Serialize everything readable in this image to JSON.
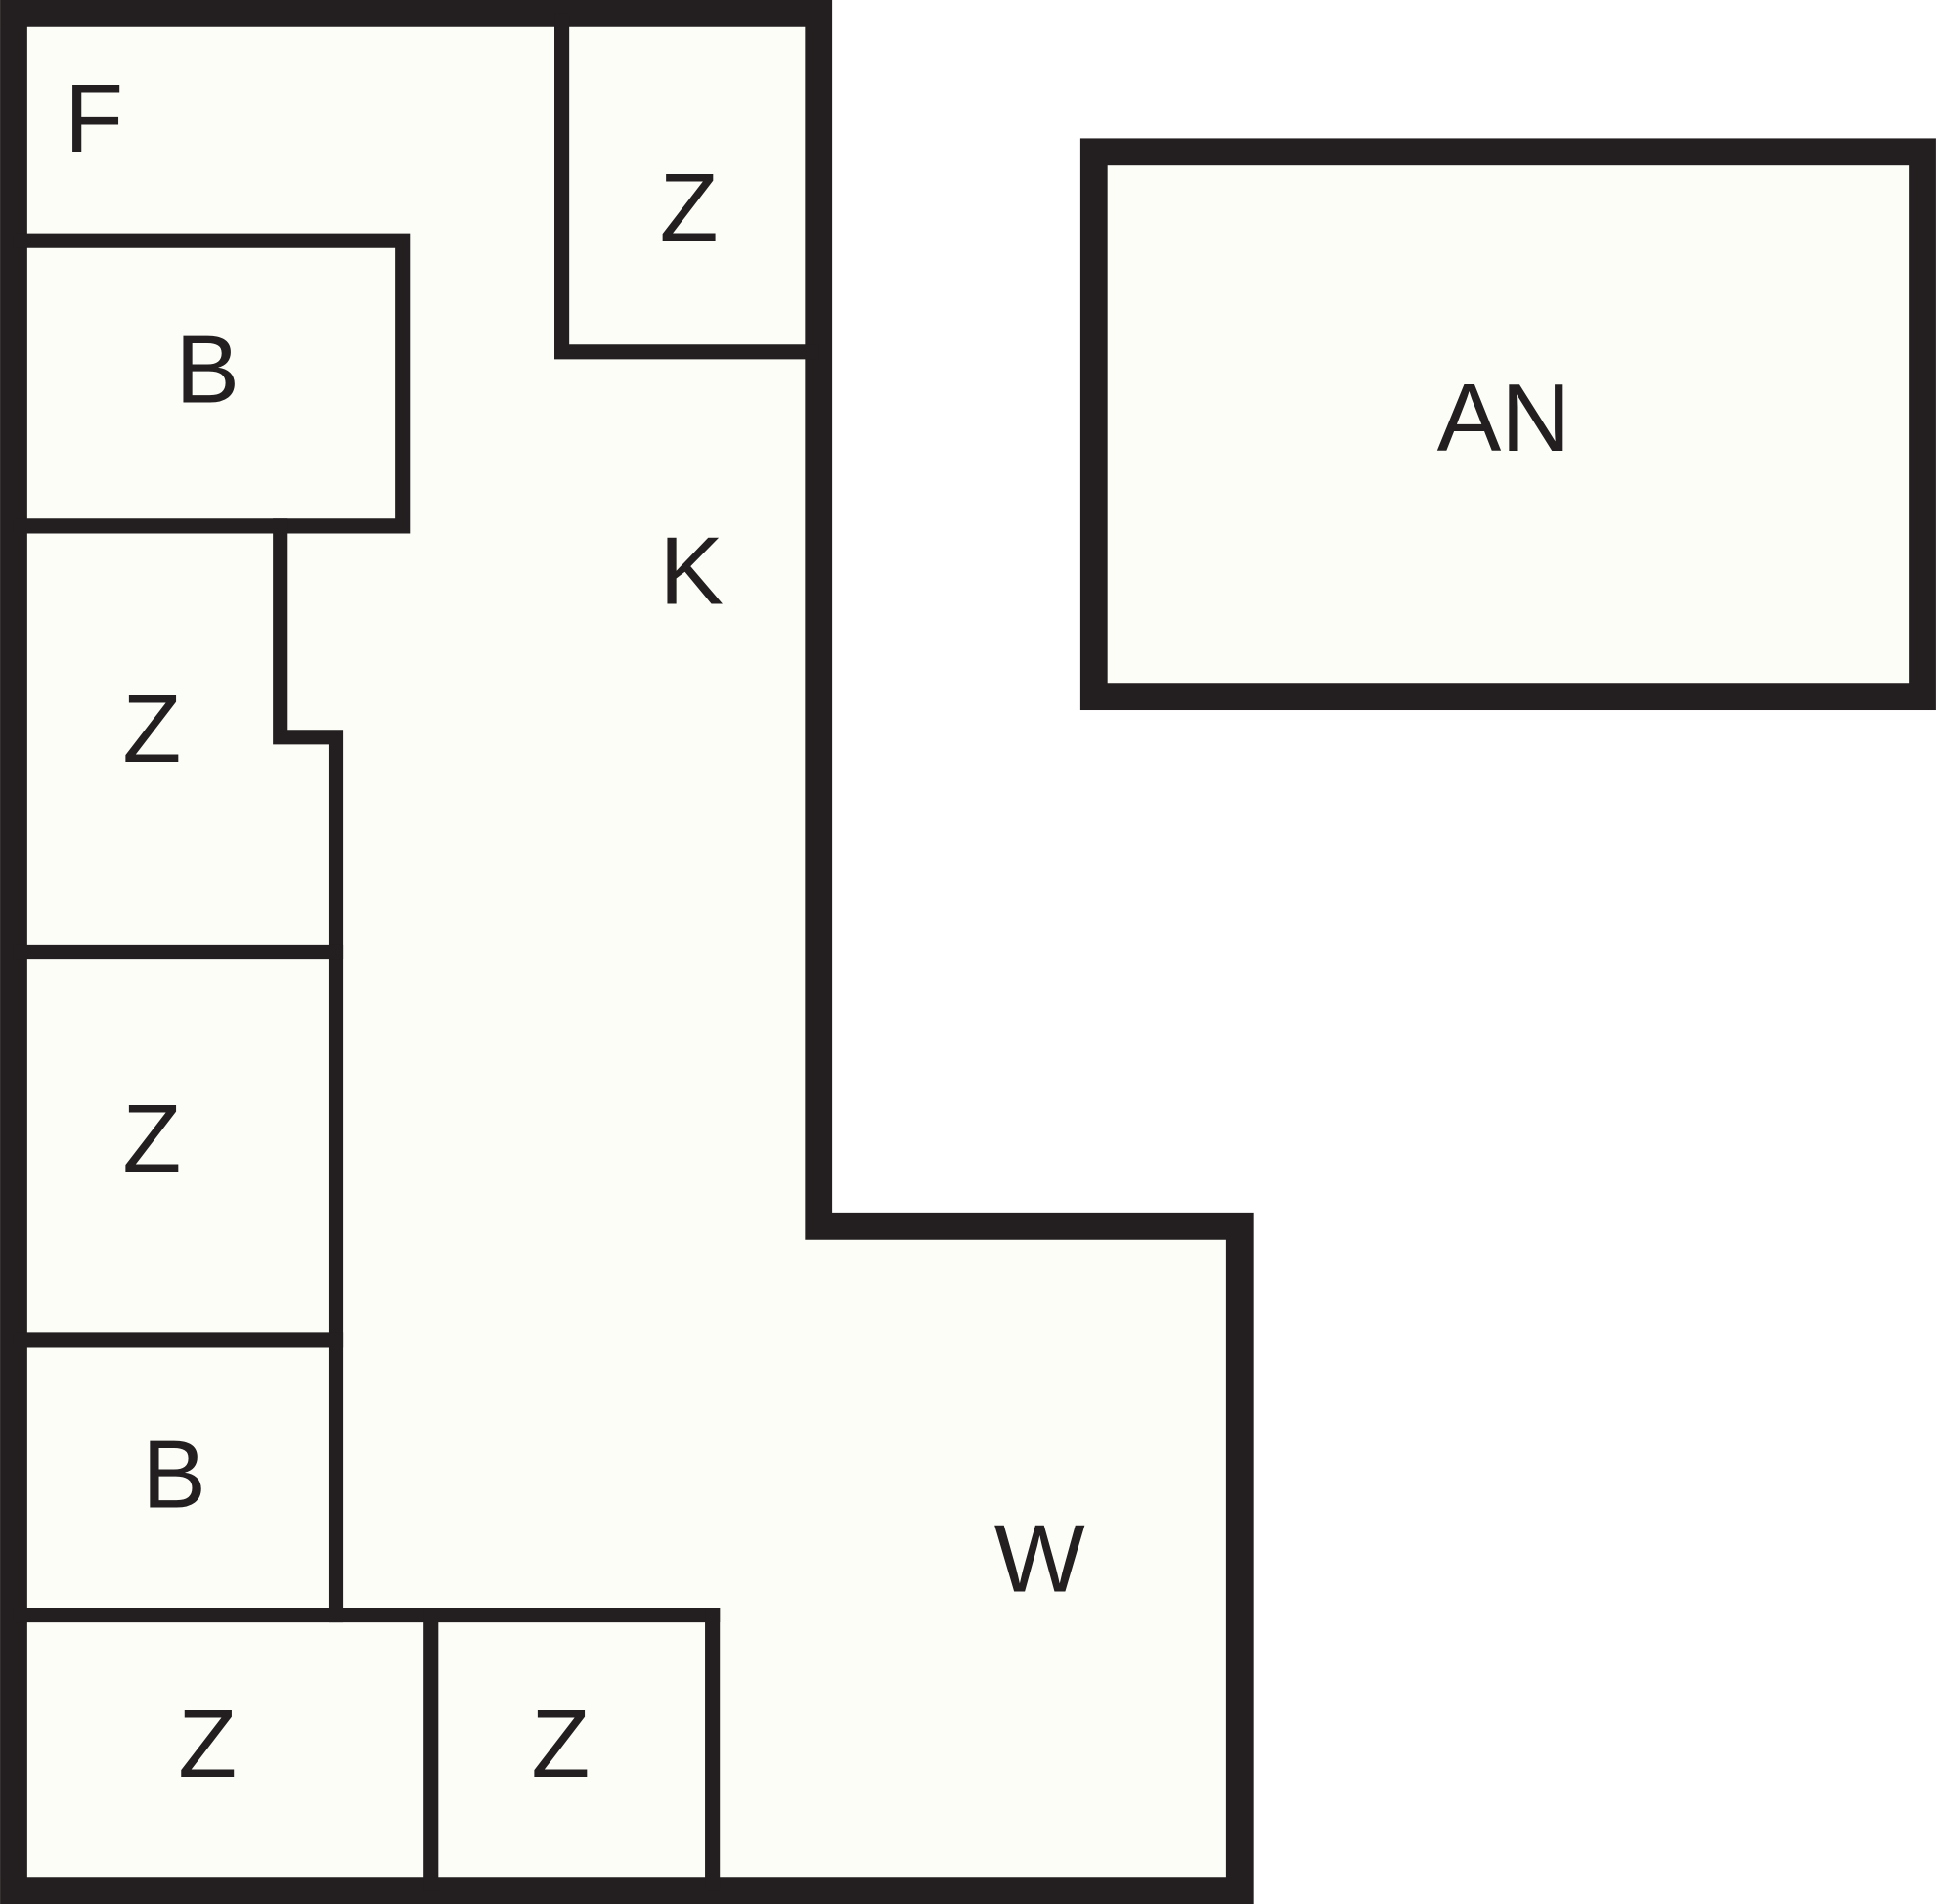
{
  "colors": {
    "stroke": "#231f20",
    "fill": "#fdfdf8",
    "background": "#ffffff"
  },
  "rooms": [
    {
      "label": "F"
    },
    {
      "label": "Z"
    },
    {
      "label": "B"
    },
    {
      "label": "K"
    },
    {
      "label": "Z"
    },
    {
      "label": "Z"
    },
    {
      "label": "B"
    },
    {
      "label": "W"
    },
    {
      "label": "Z"
    },
    {
      "label": "Z"
    },
    {
      "label": "AN"
    }
  ]
}
